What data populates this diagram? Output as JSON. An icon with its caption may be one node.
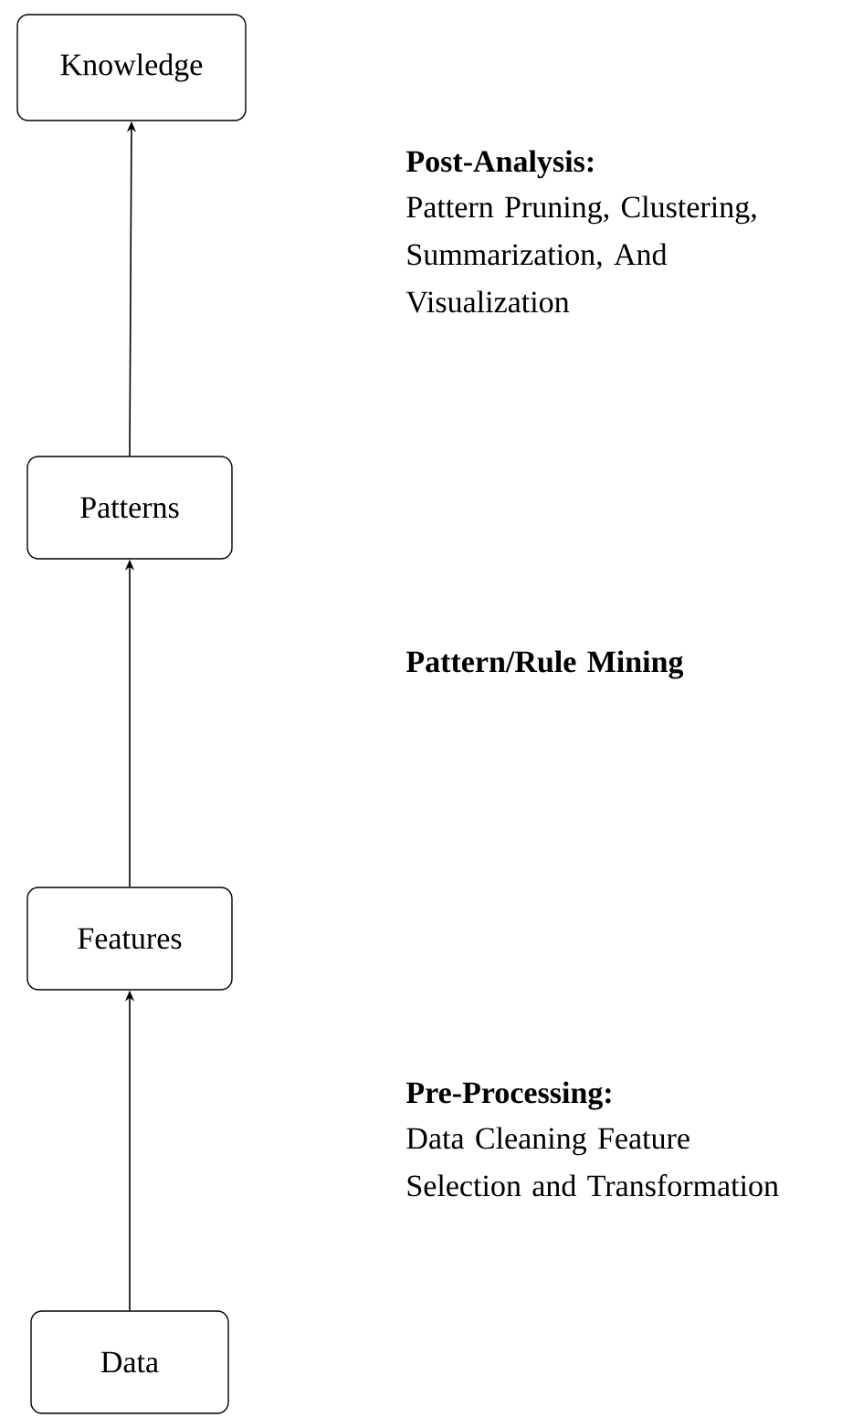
{
  "diagram": {
    "nodes": [
      {
        "text": [
          "Knowledge"
        ]
      },
      {
        "text": [
          "Patterns"
        ]
      },
      {
        "text": [
          "Features"
        ]
      },
      {
        "text": [
          "Data"
        ]
      }
    ],
    "edges": [
      {
        "from": 3,
        "to": 2,
        "arrow": "to"
      },
      {
        "from": 2,
        "to": 1,
        "arrow": "to"
      },
      {
        "from": 1,
        "to": 0,
        "arrow": "to"
      }
    ],
    "labels": [
      "Post-Analysis:",
      "Pattern Pruning, Clustering, Summarization, And Visualization",
      "Pattern/Rule Mining",
      "Pre-Processing:",
      "Data Cleaning Feature Selection and Transformation"
    ]
  }
}
